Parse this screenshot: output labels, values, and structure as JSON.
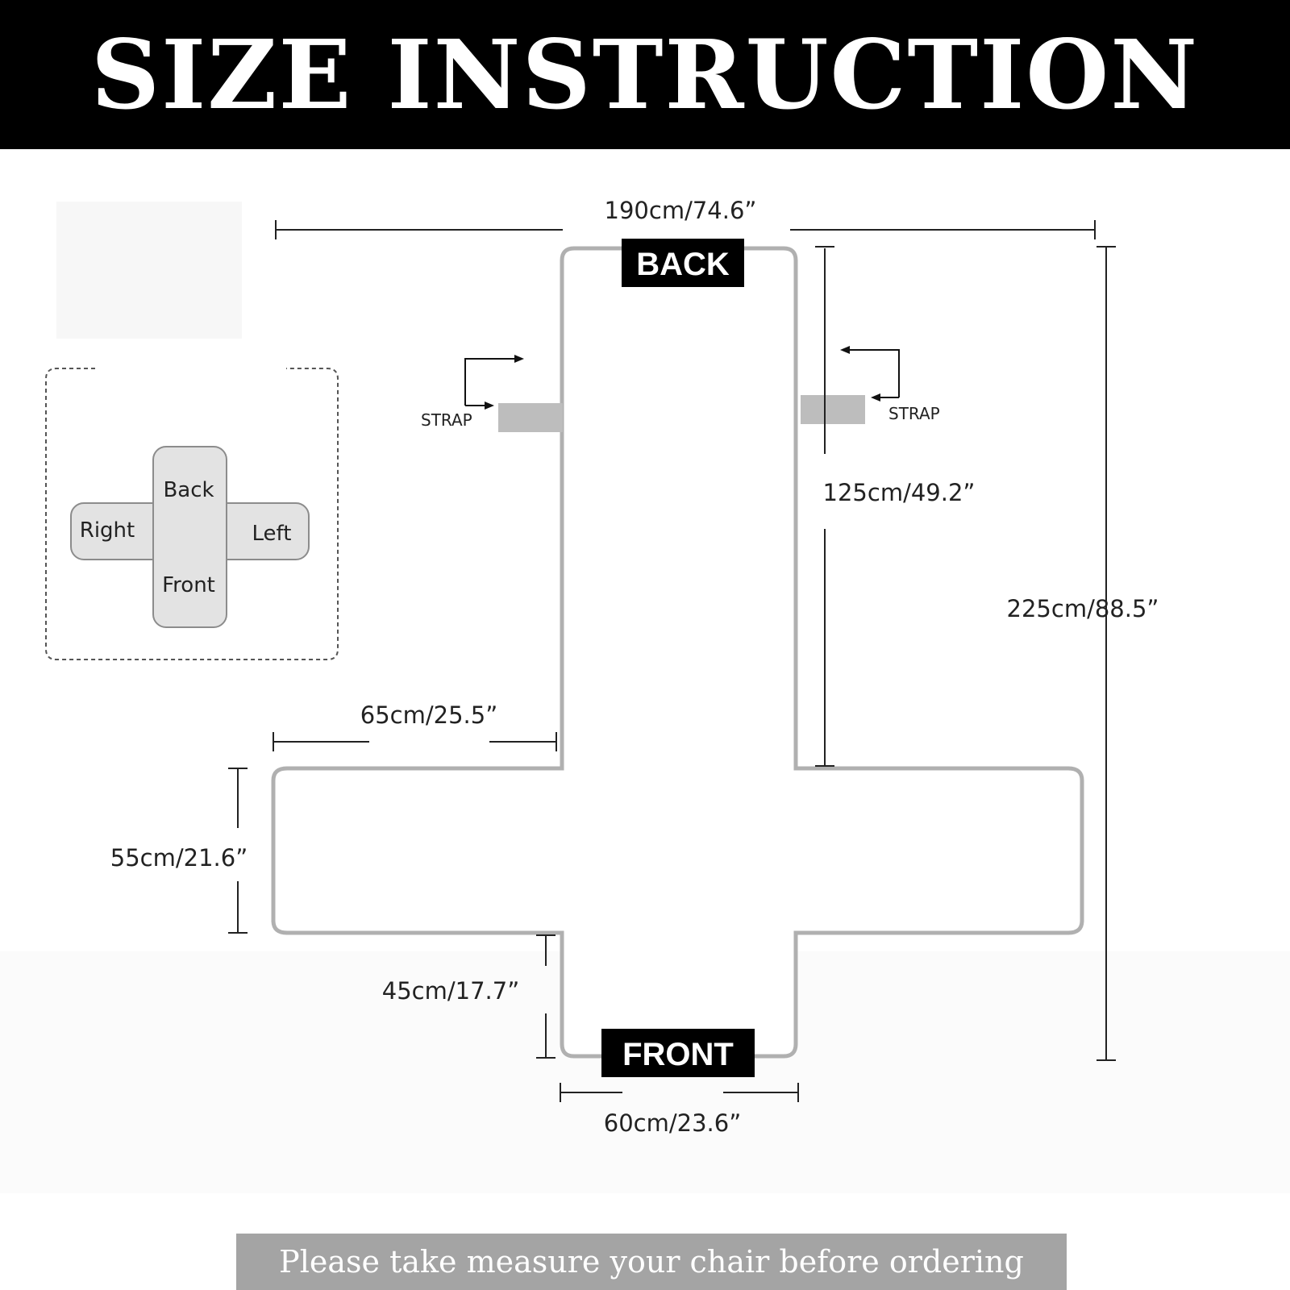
{
  "header": {
    "title": "SIZE INSTRUCTION"
  },
  "diagram": {
    "labels": {
      "back": "BACK",
      "front": "FRONT",
      "strap_left": "STRAP",
      "strap_right": "STRAP"
    },
    "dimensions": {
      "total_width": "190cm/74.6”",
      "back_height": "125cm/49.2”",
      "total_height": "225cm/88.5”",
      "arm_width": "65cm/25.5”",
      "arm_height": "55cm/21.6”",
      "seat_height": "45cm/17.7”",
      "seat_width": "60cm/23.6”"
    },
    "colors": {
      "outline": "#b0b0b0",
      "strap": "#bdbdbd",
      "tag_bg": "#000000"
    }
  },
  "legend": {
    "back": "Back",
    "front": "Front",
    "left": "Left",
    "right": "Right"
  },
  "footer": {
    "note": "Please take measure your chair before ordering"
  }
}
